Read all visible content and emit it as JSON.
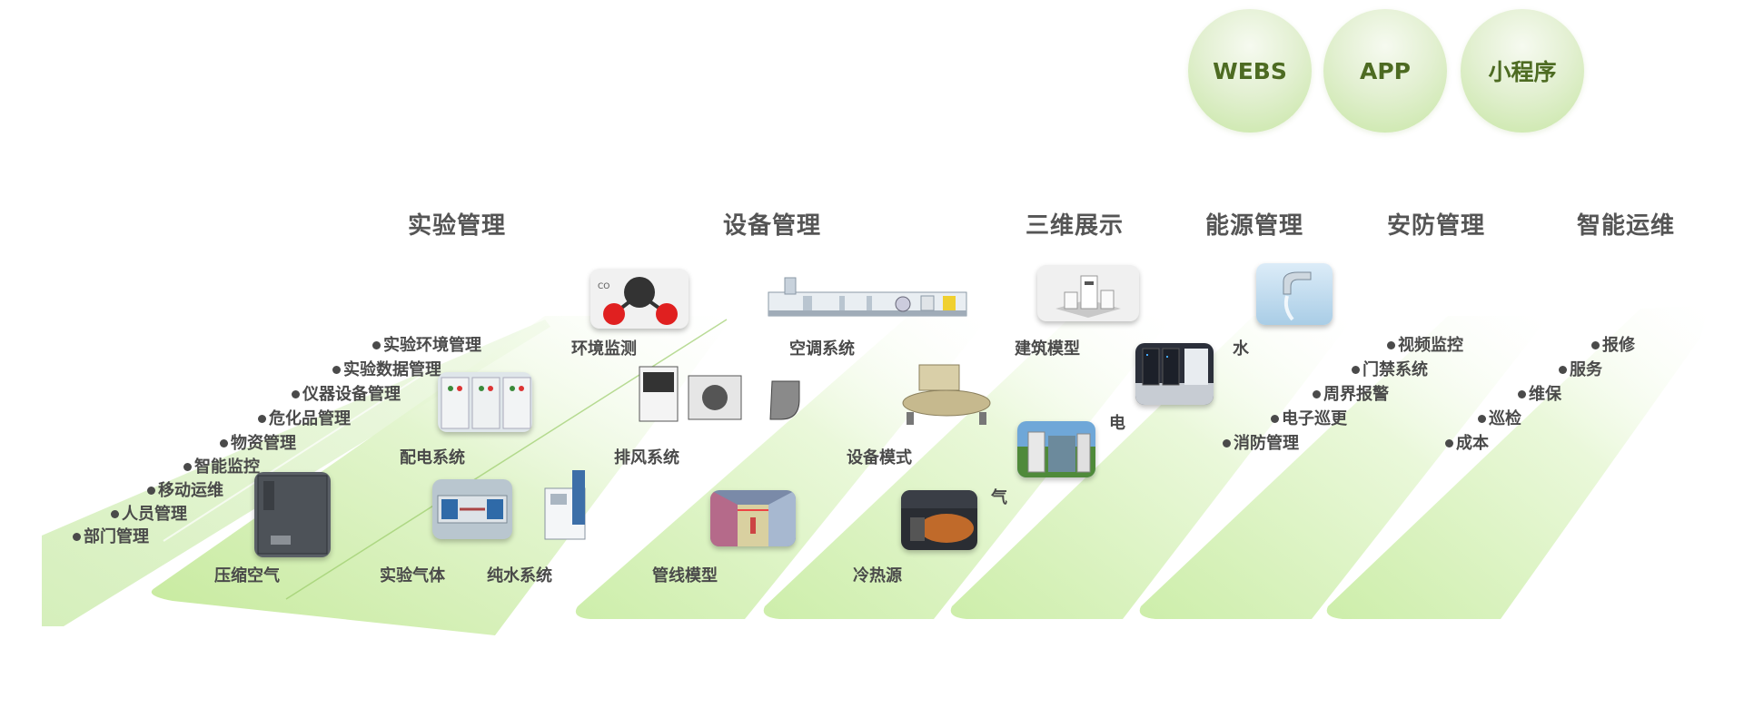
{
  "platforms": [
    "WEBS",
    "APP",
    "小程序"
  ],
  "modules": [
    "实验管理",
    "设备管理",
    "三维展示",
    "能源管理",
    "安防管理",
    "智能运维"
  ],
  "experiment_list": [
    "实验环境管理",
    "实验数据管理",
    "仪器设备管理",
    "危化品管理",
    "物资管理",
    "智能监控",
    "移动运维",
    "人员管理",
    "部门管理"
  ],
  "security_list": [
    "视频监控",
    "门禁系统",
    "周界报警",
    "电子巡更",
    "消防管理"
  ],
  "maintenance_list": [
    "报修",
    "服务",
    "维保",
    "巡检",
    "成本"
  ],
  "labels": {
    "env": "环境监测",
    "ac": "空调系统",
    "building": "建筑模型",
    "water": "水",
    "power_dist": "配电系统",
    "exhaust": "排风系统",
    "device_mode": "设备模式",
    "electric": "电",
    "gas": "气",
    "compressed_air": "压缩空气",
    "lab_gas": "实验气体",
    "pure_water": "纯水系统",
    "pipeline": "管线模型",
    "cold_heat": "冷热源"
  },
  "colors": {
    "band_green": "#cdeeaa",
    "accent": "#4d6b22"
  }
}
